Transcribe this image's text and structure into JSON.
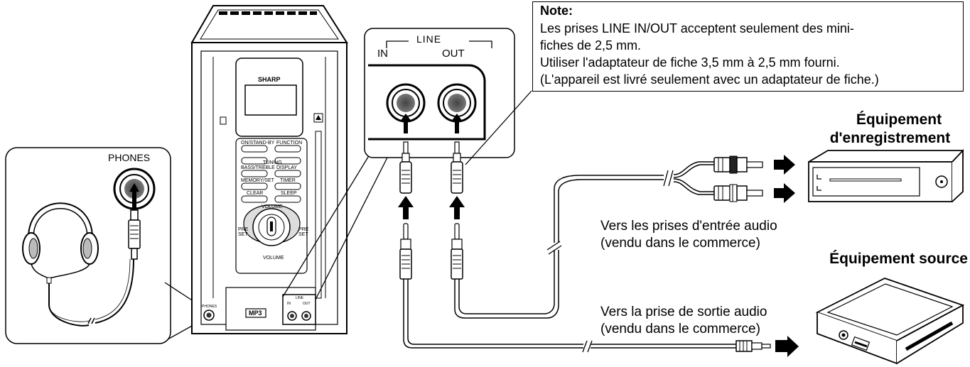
{
  "phones_panel": {
    "label": "PHONES"
  },
  "line_panel": {
    "title": "LINE",
    "in_label": "IN",
    "out_label": "OUT"
  },
  "note": {
    "title": "Note:",
    "lines": [
      "Les prises LINE IN/OUT acceptent seulement des mini-",
      "fiches de 2,5 mm.",
      "Utiliser l'adaptateur de fiche 3,5 mm à 2,5 mm fourni.",
      "(L'appareil est livré seulement avec un adaptateur de fiche.)"
    ]
  },
  "recording_equipment": {
    "title_line1": "Équipement",
    "title_line2": "d'enregistrement"
  },
  "source_equipment": {
    "title": "Équipement source"
  },
  "audio_input_caption": {
    "line1": "Vers les prises d'entrée audio",
    "line2": "(vendu dans le commerce)"
  },
  "audio_output_caption": {
    "line1": "Vers la prise de sortie audio",
    "line2": "(vendu dans le commerce)"
  },
  "unit": {
    "brand": "SHARP",
    "mp3_badge": "MP3",
    "buttons": [
      "ON/STAND-BY",
      "FUNCTION",
      "BASS/TREBLE",
      "DISPLAY",
      "MEMORY/SET",
      "TIMER",
      "CLEAR",
      "SLEEP"
    ],
    "tuning_label": "TUNING",
    "volume_label": "VOLUME",
    "preset_label": "PRE SET",
    "phones_small": "PHONES",
    "line_small": "LINE",
    "in_small": "IN",
    "out_small": "OUT"
  }
}
